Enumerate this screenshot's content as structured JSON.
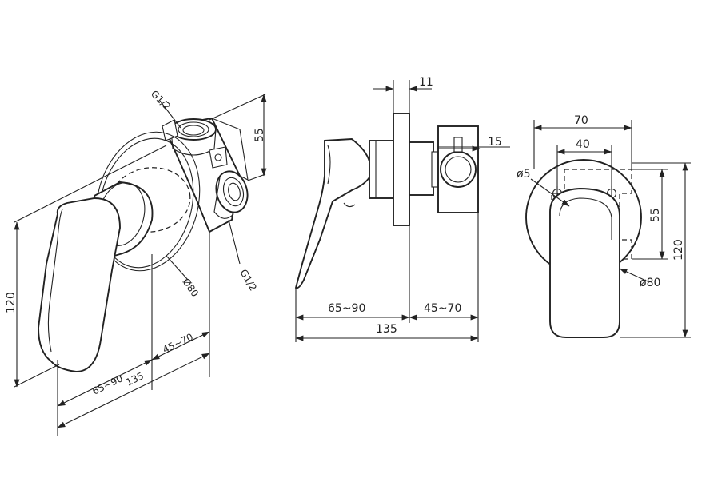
{
  "iso_view": {
    "labels": {
      "g_top": "G1/2",
      "g_bottom": "G1/2",
      "d80": "Ø80",
      "h55": "55",
      "h120": "120",
      "d45_70": "45~70",
      "d65_90": "65~90",
      "d135": "135"
    }
  },
  "side_view": {
    "labels": {
      "d11": "11",
      "d15": "15",
      "d65_90": "65~90",
      "d45_70": "45~70",
      "d135": "135"
    }
  },
  "front_view": {
    "labels": {
      "d70": "70",
      "d40": "40",
      "d5": "ø5",
      "h55": "55",
      "h120": "120",
      "d80": "ø80"
    }
  },
  "colors": {
    "line": "#222222",
    "background": "#ffffff"
  }
}
